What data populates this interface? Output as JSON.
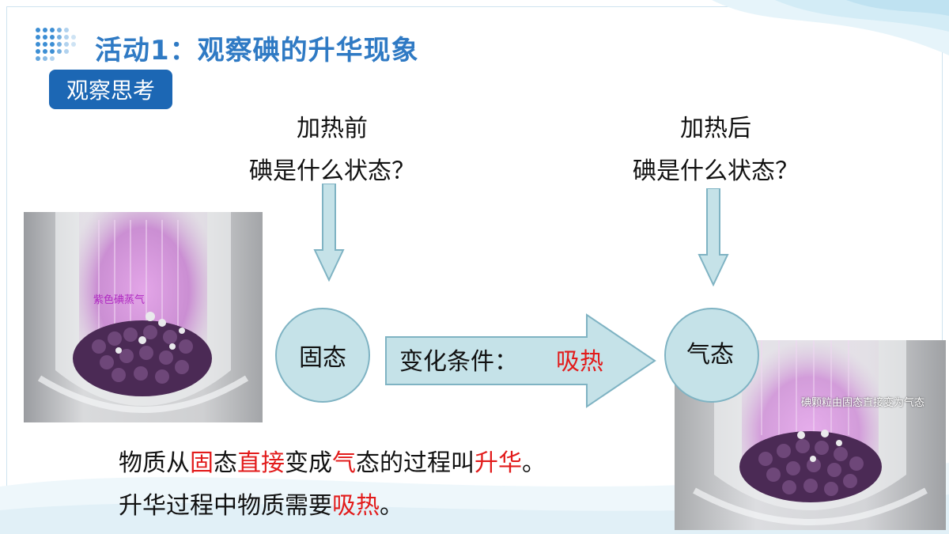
{
  "header": {
    "title": "活动1：观察碘的升华现象",
    "badge": "观察思考"
  },
  "questions": {
    "before_line1": "加热前",
    "before_line2": "碘是什么状态？",
    "after_line1": "加热后",
    "after_line2": "碘是什么状态？"
  },
  "states": {
    "solid": "固态",
    "gas": "气态"
  },
  "condition": {
    "label": "变化条件：",
    "value": "吸热"
  },
  "photos": {
    "left_caption": "紫色碘蒸气",
    "right_caption": "碘颗粒由固态直接变为气态"
  },
  "sentence1": {
    "p1": "物质从",
    "p2": "固",
    "p3": "态",
    "p4": "直接",
    "p5": "变成",
    "p6": "气",
    "p7": "态的过程叫",
    "p8": "升华",
    "p9": "。"
  },
  "sentence2": {
    "p1": "升华过程中物质需要",
    "p2": "吸热",
    "p3": "。"
  },
  "colors": {
    "title": "#2f7ac4",
    "badge": "#1c67b4",
    "highlight": "#e21b1b",
    "circle_fill": "#c5e2e8",
    "arrow_fill": "#c5e2e8"
  },
  "icons": [
    "dot-grid-icon",
    "down-arrow-icon",
    "right-arrow-icon"
  ]
}
